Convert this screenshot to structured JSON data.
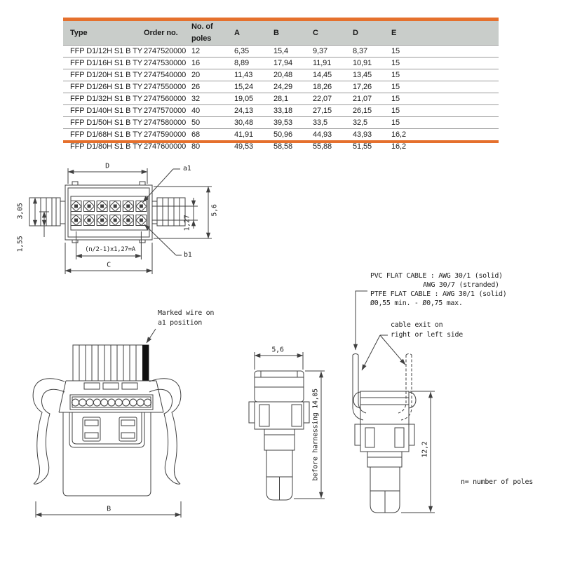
{
  "colors": {
    "accent_orange": "#E5702D",
    "header_gray": "#C9CDCA",
    "line_color": "#404040"
  },
  "table": {
    "headers": [
      "Type",
      "Order no.",
      "No. of poles",
      "A",
      "B",
      "C",
      "D",
      "E"
    ],
    "rows": [
      [
        "FFP D1/12H S1 B TY",
        "2747520000",
        "12",
        "6,35",
        "15,4",
        "9,37",
        "8,37",
        "15"
      ],
      [
        "FFP D1/16H S1 B TY",
        "2747530000",
        "16",
        "8,89",
        "17,94",
        "11,91",
        "10,91",
        "15"
      ],
      [
        "FFP D1/20H S1 B TY",
        "2747540000",
        "20",
        "11,43",
        "20,48",
        "14,45",
        "13,45",
        "15"
      ],
      [
        "FFP D1/26H S1 B TY",
        "2747550000",
        "26",
        "15,24",
        "24,29",
        "18,26",
        "17,26",
        "15"
      ],
      [
        "FFP D1/32H S1 B TY",
        "2747560000",
        "32",
        "19,05",
        "28,1",
        "22,07",
        "21,07",
        "15"
      ],
      [
        "FFP D1/40H S1 B TY",
        "2747570000",
        "40",
        "24,13",
        "33,18",
        "27,15",
        "26,15",
        "15"
      ],
      [
        "FFP D1/50H S1 B TY",
        "2747580000",
        "50",
        "30,48",
        "39,53",
        "33,5",
        "32,5",
        "15"
      ],
      [
        "FFP D1/68H S1 B TY",
        "2747590000",
        "68",
        "41,91",
        "50,96",
        "44,93",
        "43,93",
        "16,2"
      ],
      [
        "FFP D1/80H S1 B TY",
        "2747600000",
        "80",
        "49,53",
        "58,58",
        "55,88",
        "51,55",
        "16,2"
      ]
    ]
  },
  "drawings": {
    "front_view": {
      "dim_top": "D",
      "callout_top": "a1",
      "callout_bottom": "b1",
      "dim_left_outer": "3,05",
      "dim_left_inner": "1,55",
      "dim_right_outer": "5,6",
      "dim_right_inner": "1,27",
      "dim_pitch": "(n/2-1)x1,27=A",
      "dim_bottom": "C"
    },
    "harnessed_view": {
      "note_line1": "Marked wire on",
      "note_line2": "a1 position",
      "dim_bottom": "B"
    },
    "side_view": {
      "dim_top": "5,6",
      "dim_right": "before harnessing 14,05"
    },
    "cable_exit_view": {
      "note_line1": "cable exit on",
      "note_line2": "right or left side",
      "dim_right": "12,2"
    },
    "cable_specs": {
      "line1": "PVC FLAT CABLE : AWG 30/1 (solid)",
      "line2": "AWG 30/7 (stranded)",
      "line3": "PTFE FLAT CABLE : AWG 30/1 (solid)",
      "line4": "Ø0,55 min. - Ø0,75 max."
    },
    "footnote": "n= number of poles"
  }
}
